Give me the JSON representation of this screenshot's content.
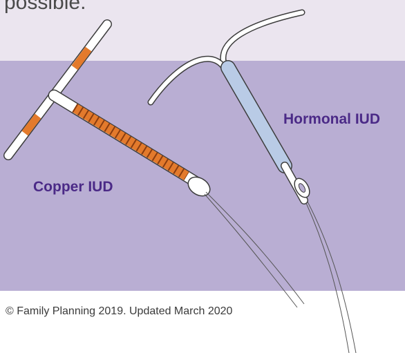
{
  "intro": {
    "text": "possible."
  },
  "labels": {
    "hormonal": "Hormonal IUD",
    "copper": "Copper IUD"
  },
  "footer": {
    "text": "© Family Planning 2019. Updated March 2020"
  },
  "colors": {
    "top_band": "#ebe5ef",
    "mid_band": "#b9aed3",
    "label": "#4b2a87",
    "copper": "#e37a2c",
    "hormonal_tube": "#b9cbe6"
  },
  "icons": [
    "copper-iud-illustration",
    "hormonal-iud-illustration"
  ]
}
